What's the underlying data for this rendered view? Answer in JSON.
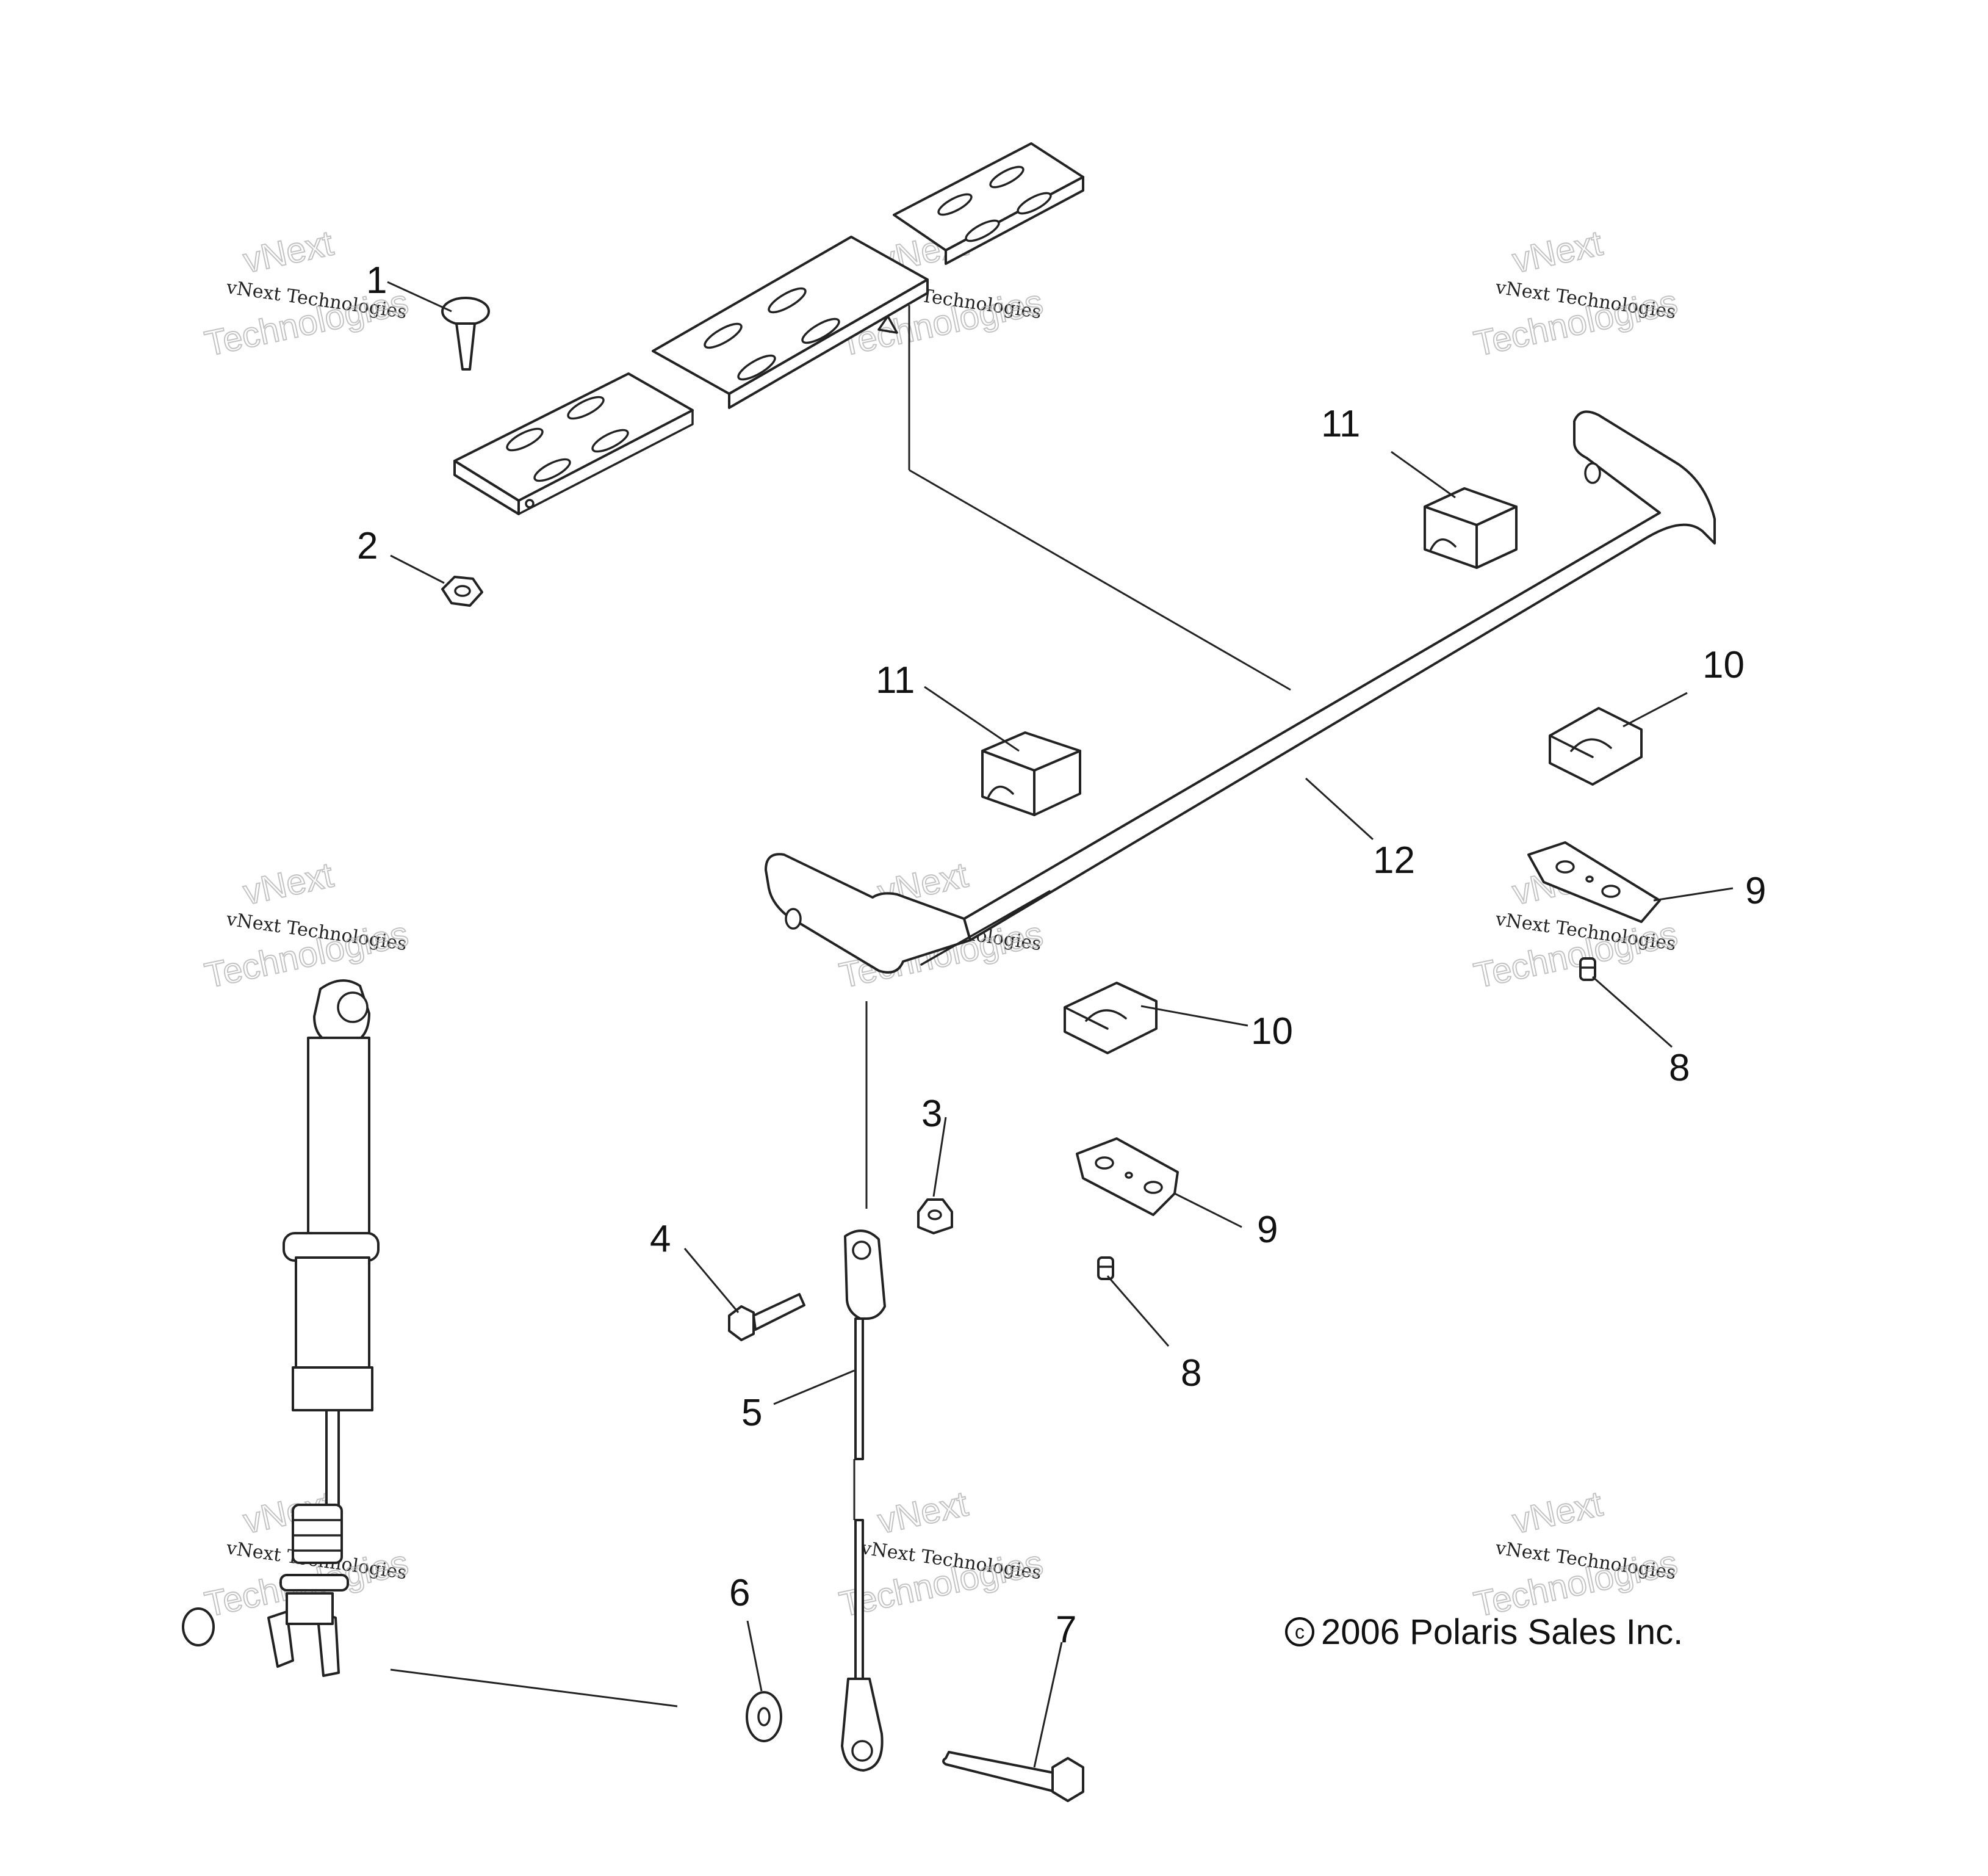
{
  "callouts": [
    "1",
    "2",
    "3",
    "4",
    "5",
    "6",
    "7",
    "8",
    "8",
    "9",
    "9",
    "10",
    "10",
    "11",
    "11",
    "12"
  ],
  "copyright": "2006 Polaris Sales Inc.",
  "copyright_symbol": "c",
  "watermark": {
    "top_line": "vNext",
    "middle_line": "vNext Technologies",
    "bottom_line": "Technologies"
  }
}
